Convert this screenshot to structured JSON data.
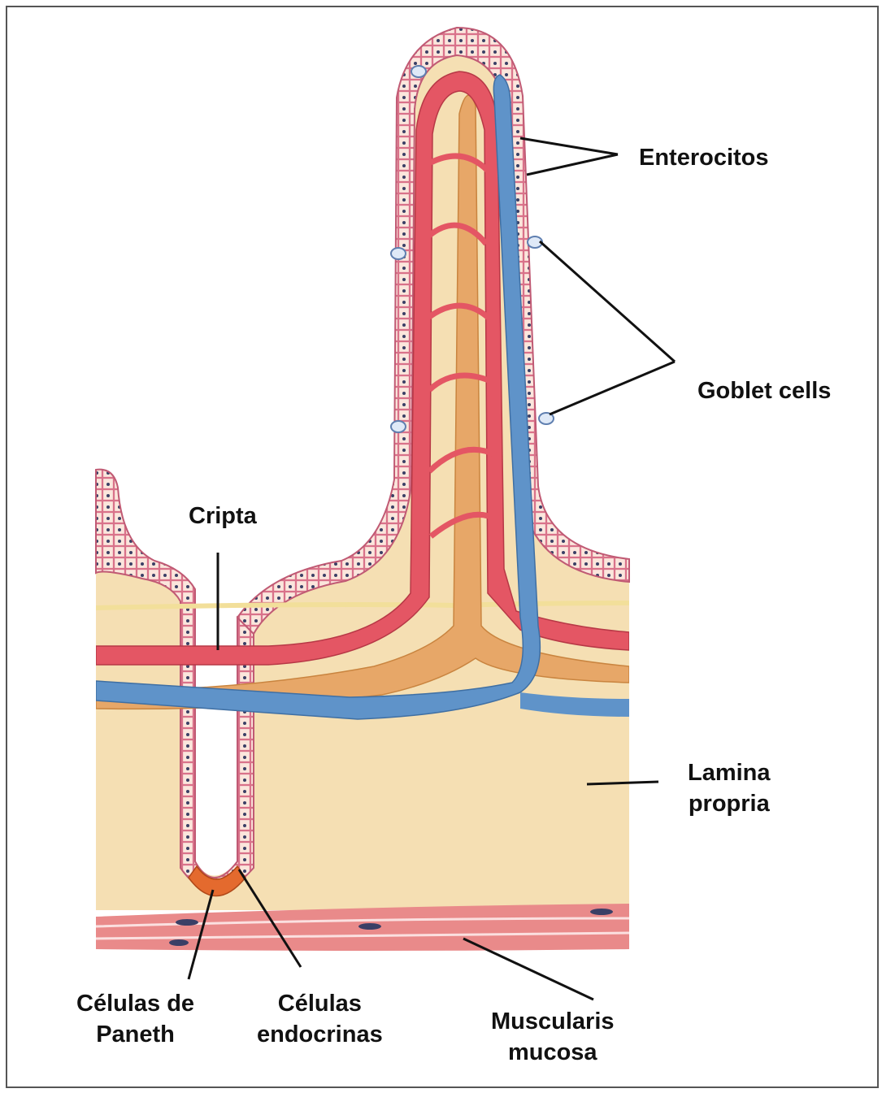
{
  "labels": {
    "enterocitos": "Enterocitos",
    "goblet_cells": "Goblet cells",
    "cripta": "Cripta",
    "lamina_propria": [
      "Lamina",
      "propria"
    ],
    "celulas_paneth": [
      "Células de",
      "Paneth"
    ],
    "celulas_endocrinas": [
      "Células",
      "endocrinas"
    ],
    "muscularis_mucosa": [
      "Muscularis",
      "mucosa"
    ]
  },
  "colors": {
    "tissue": "#f5dfb3",
    "epithelium_fill": "#fbe6dc",
    "epithelium_border": "#d9728a",
    "nucleus": "#3a3f66",
    "artery": "#e45664",
    "vein": "#5f93c9",
    "lacteal": "#e7a768",
    "nerve": "#f2df9a",
    "muscle": "#e98a8a",
    "paneth": "#e46a2e",
    "leader_line": "#111111"
  }
}
